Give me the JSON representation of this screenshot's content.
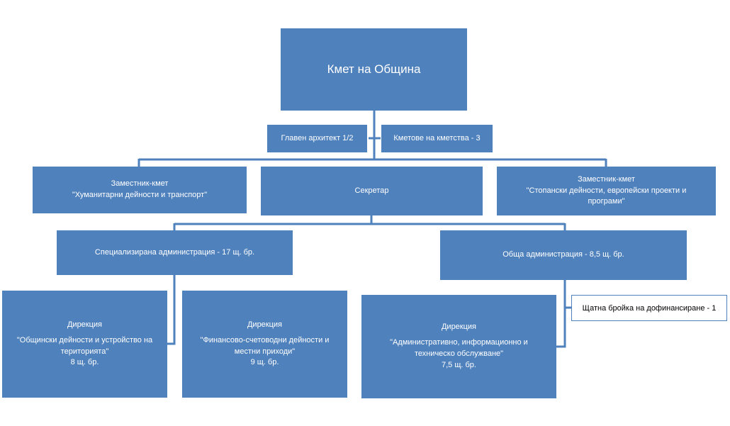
{
  "mayor": "Кмет на Община",
  "chief_architect": "Главен архитект 1/2",
  "village_mayors": "Кметове  на кметства - 3",
  "deputy_left": {
    "title": "Заместник-кмет",
    "area": "\"Хуманитарни дейности и транспорт\""
  },
  "secretary": "Секретар",
  "deputy_right": {
    "title": "Заместник-кмет",
    "area_line1": "\"Стопански дейности, европейски  проекти и",
    "area_line2": "програми\""
  },
  "specialized_admin": "Специализирана администрация - 17 щ. бр.",
  "general_admin": "Обща администрация - 8,5 щ. бр.",
  "directorate_municipal": {
    "title": "Дирекция",
    "line1": "\"Общински дейности и устройство на",
    "line2": "територията\"",
    "staff": "8  щ. бр."
  },
  "directorate_finance": {
    "title": "Дирекция",
    "line1": "\"Финансово-счетоводни  дейности и",
    "line2": "местни приходи\"",
    "staff": "9 щ. бр."
  },
  "directorate_admin": {
    "title": "Дирекция",
    "line1": "\"Административно,  информационно и",
    "line2": "техническо  обслужване\"",
    "staff": "7,5 щ. бр."
  },
  "cofunding_position": "Щатна бройка на дофинансиране - 1"
}
